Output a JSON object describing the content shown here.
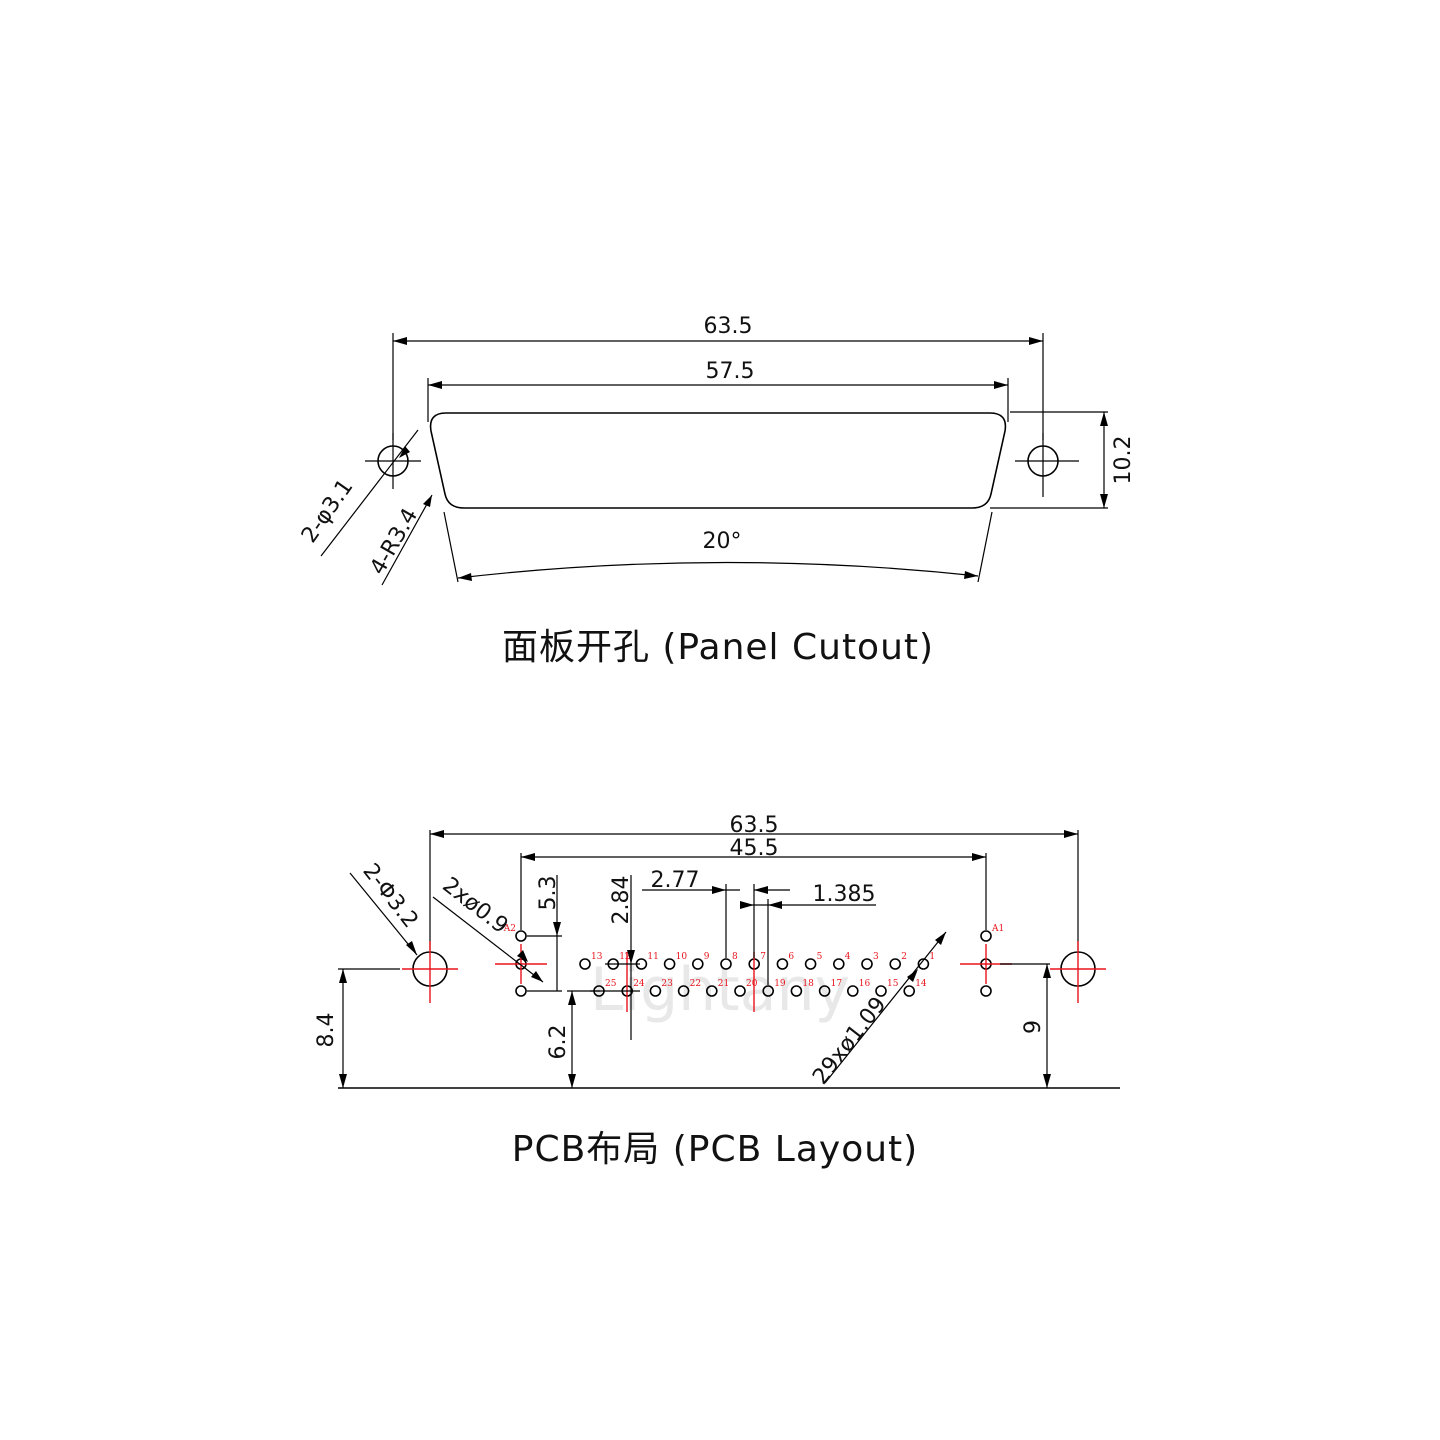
{
  "panel": {
    "title": "面板开孔 (Panel Cutout)",
    "dim_overall": "63.5",
    "dim_body": "57.5",
    "dim_height": "10.2",
    "dim_angle": "20°",
    "dim_hole": "2-φ3.1",
    "dim_radius": "4-R3.4"
  },
  "pcb": {
    "title": "PCB布局 (PCB Layout)",
    "dim_overall": "63.5",
    "dim_span": "45.5",
    "dim_hole": "2-Φ3.2",
    "dim_small_hole": "2xø0.9",
    "dim_pin_holes": "29xø1.09",
    "dim_row_pitch": "2.84",
    "dim_a_offset": "5.3",
    "dim_pitch": "2.77",
    "dim_half_pitch": "1.385",
    "dim_left_height": "8.4",
    "dim_inner_height": "6.2",
    "dim_right_height": "9",
    "watermark": "Lightany",
    "top_pins": [
      "13",
      "12",
      "11",
      "10",
      "9",
      "8",
      "7",
      "6",
      "5",
      "4",
      "3",
      "2",
      "1"
    ],
    "bottom_pins": [
      "25",
      "24",
      "23",
      "22",
      "21",
      "20",
      "19",
      "18",
      "17",
      "16",
      "15",
      "14"
    ],
    "a_pins": [
      "A2",
      "A1"
    ]
  },
  "colors": {
    "line": "#000000",
    "centerline": "#e8141c",
    "pin_label": "#e8141c"
  }
}
